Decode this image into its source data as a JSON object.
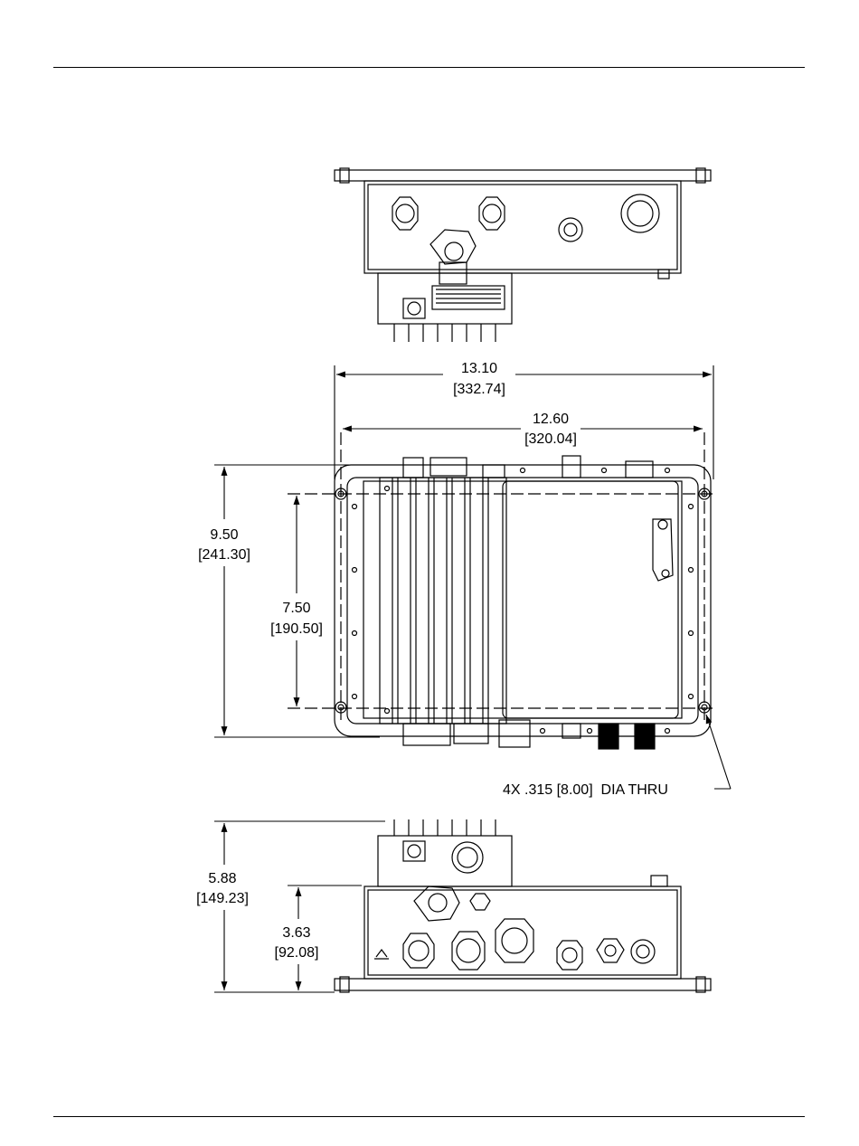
{
  "views": {
    "top": {
      "connectors": [
        {
          "label": "",
          "icon": "hex-connector-icon"
        },
        {
          "label": "",
          "icon": "hex-connector-icon"
        },
        {
          "label": "",
          "icon": "hex-connector-icon"
        },
        {
          "label": "",
          "icon": "round-connector-icon"
        }
      ]
    },
    "plan": {
      "mounting_holes": 4
    },
    "bottom": {
      "connectors": [
        {
          "label": "",
          "icon": "round-connector-icon"
        },
        {
          "label": "",
          "icon": "round-connector-icon"
        },
        {
          "label": "",
          "icon": "hex-connector-icon"
        },
        {
          "label": "",
          "icon": "hex-connector-icon"
        },
        {
          "label": "",
          "icon": "hex-connector-icon"
        },
        {
          "label": "",
          "icon": "round-connector-icon"
        }
      ]
    }
  },
  "dimensions": {
    "overall_width": {
      "value": "13.10",
      "metric": "[332.74]"
    },
    "mount_width": {
      "value": "12.60",
      "metric": "[320.04]"
    },
    "overall_depth": {
      "value": "9.50",
      "metric": "[241.30]"
    },
    "mount_depth": {
      "value": "7.50",
      "metric": "[190.50]"
    },
    "overall_height": {
      "value": "5.88",
      "metric": "[149.23]"
    },
    "body_height": {
      "value": "3.63",
      "metric": "[92.08]"
    },
    "hole_callout": "4X .315 [8.00]  DIA THRU"
  }
}
